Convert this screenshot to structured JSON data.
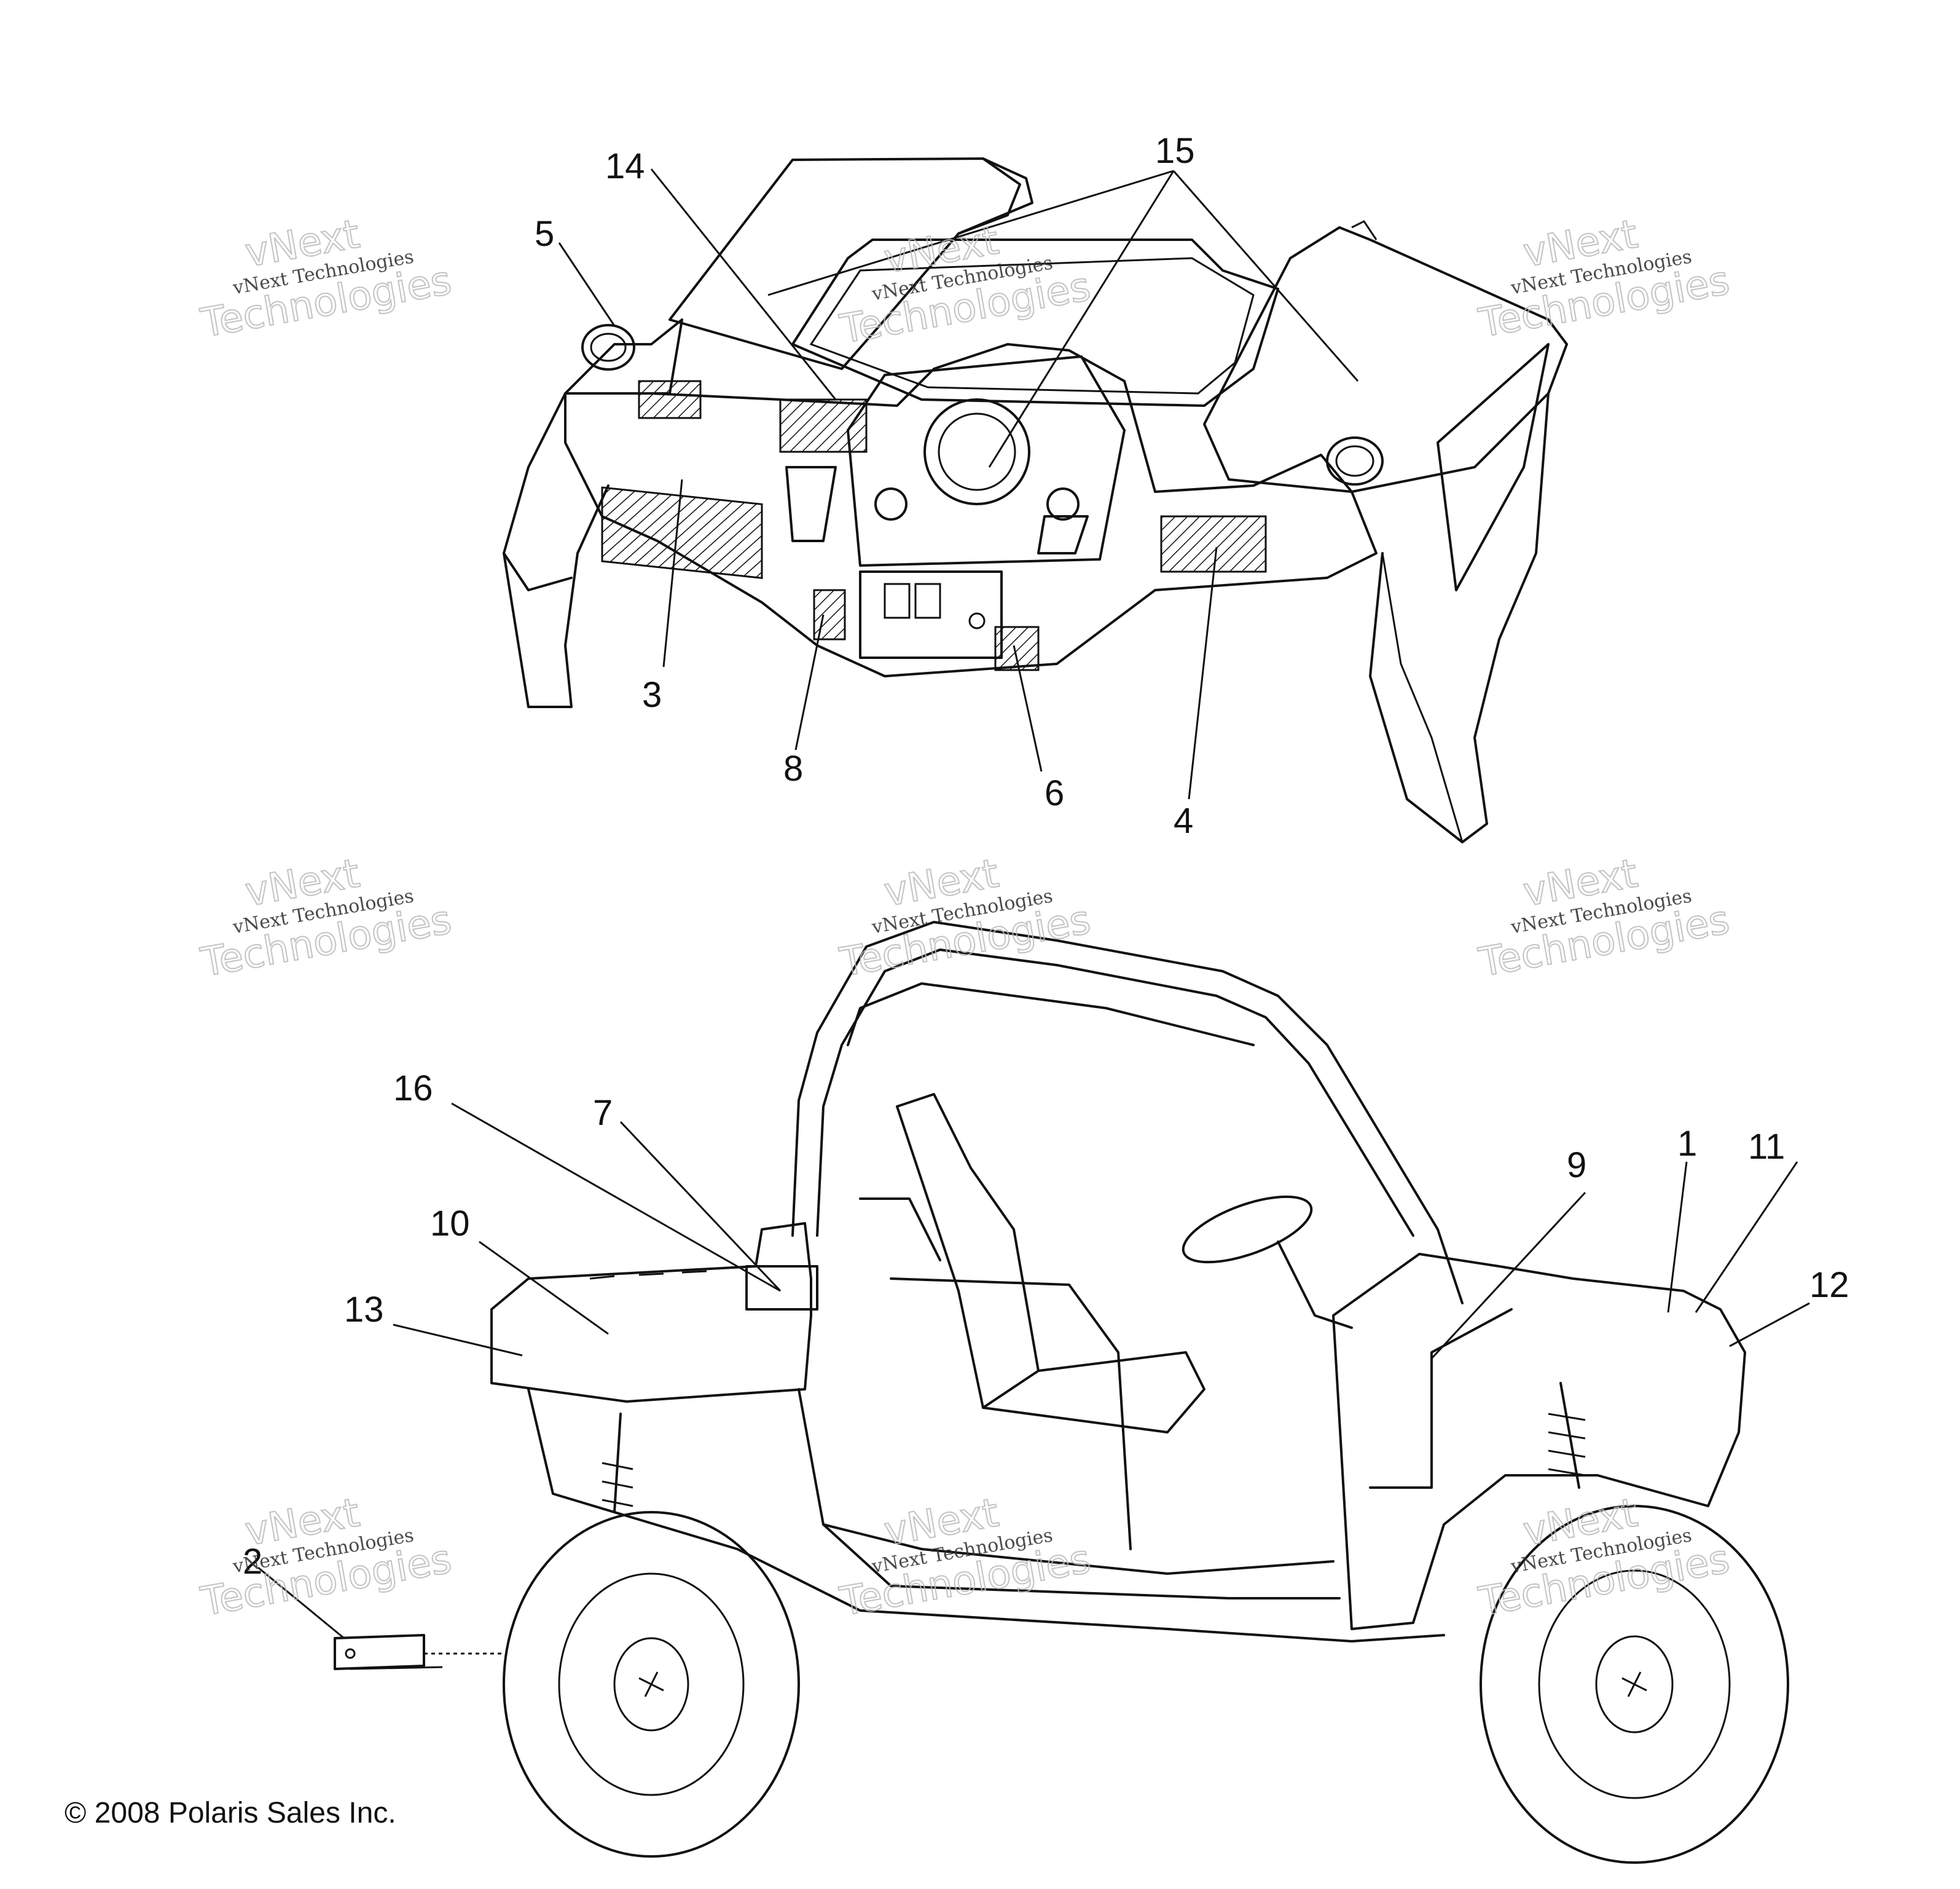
{
  "callouts": [
    {
      "id": "1",
      "label": "1"
    },
    {
      "id": "2",
      "label": "2"
    },
    {
      "id": "3",
      "label": "3"
    },
    {
      "id": "4",
      "label": "4"
    },
    {
      "id": "5",
      "label": "5"
    },
    {
      "id": "6",
      "label": "6"
    },
    {
      "id": "7",
      "label": "7"
    },
    {
      "id": "8",
      "label": "8"
    },
    {
      "id": "9",
      "label": "9"
    },
    {
      "id": "10",
      "label": "10"
    },
    {
      "id": "11",
      "label": "11"
    },
    {
      "id": "12",
      "label": "12"
    },
    {
      "id": "13",
      "label": "13"
    },
    {
      "id": "14",
      "label": "14"
    },
    {
      "id": "15",
      "label": "15"
    },
    {
      "id": "16",
      "label": "16"
    }
  ],
  "watermark": {
    "line1": "vNext",
    "line2": "vNext Technologies",
    "line3": "Technologies"
  },
  "copyright": "© 2008 Polaris Sales Inc."
}
